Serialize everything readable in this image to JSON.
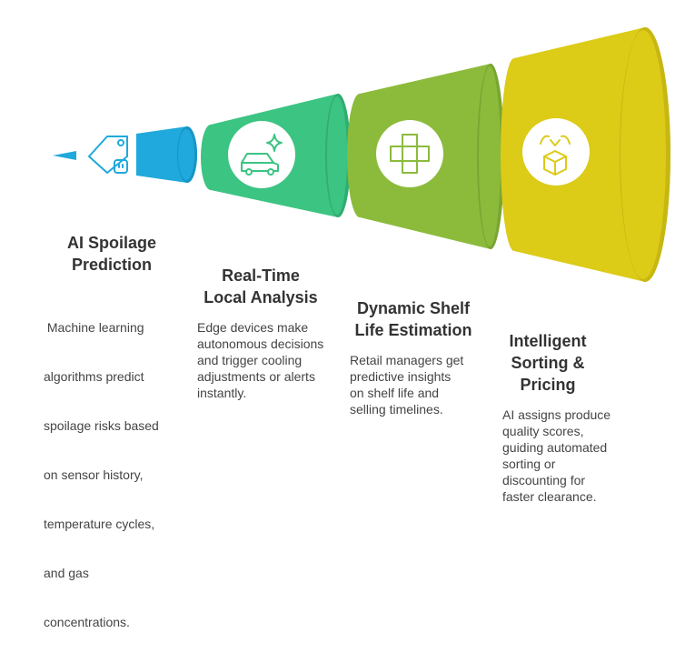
{
  "stages": [
    {
      "title_lines": [
        "AI Spoilage",
        "Prediction"
      ],
      "description_lines": [
        " Machine learning",
        "algorithms predict",
        "spoilage risks based",
        "on sensor history,",
        "temperature cycles,",
        "and gas",
        "concentrations."
      ],
      "icon": "price-tag-sensor-icon",
      "color": "#1fa9dc"
    },
    {
      "title_lines": [
        "Real-Time",
        "Local Analysis"
      ],
      "description_lines": [
        "Edge devices make",
        "autonomous decisions",
        "and trigger cooling",
        "adjustments or alerts",
        "instantly."
      ],
      "icon": "car-sparkle-icon",
      "color": "#3cc482"
    },
    {
      "title_lines": [
        "Dynamic Shelf",
        "Life Estimation"
      ],
      "description_lines": [
        "Retail managers get",
        "predictive insights",
        "on shelf life and",
        "selling timelines."
      ],
      "icon": "bandage-cross-icon",
      "color": "#8cbb3c"
    },
    {
      "title_lines": [
        "Intelligent",
        "Sorting &",
        "Pricing"
      ],
      "description_lines": [
        "AI assigns produce",
        "quality scores,",
        "guiding automated",
        "sorting or",
        "discounting for",
        "faster clearance."
      ],
      "icon": "box-sorting-icon",
      "color": "#dccb17"
    }
  ]
}
